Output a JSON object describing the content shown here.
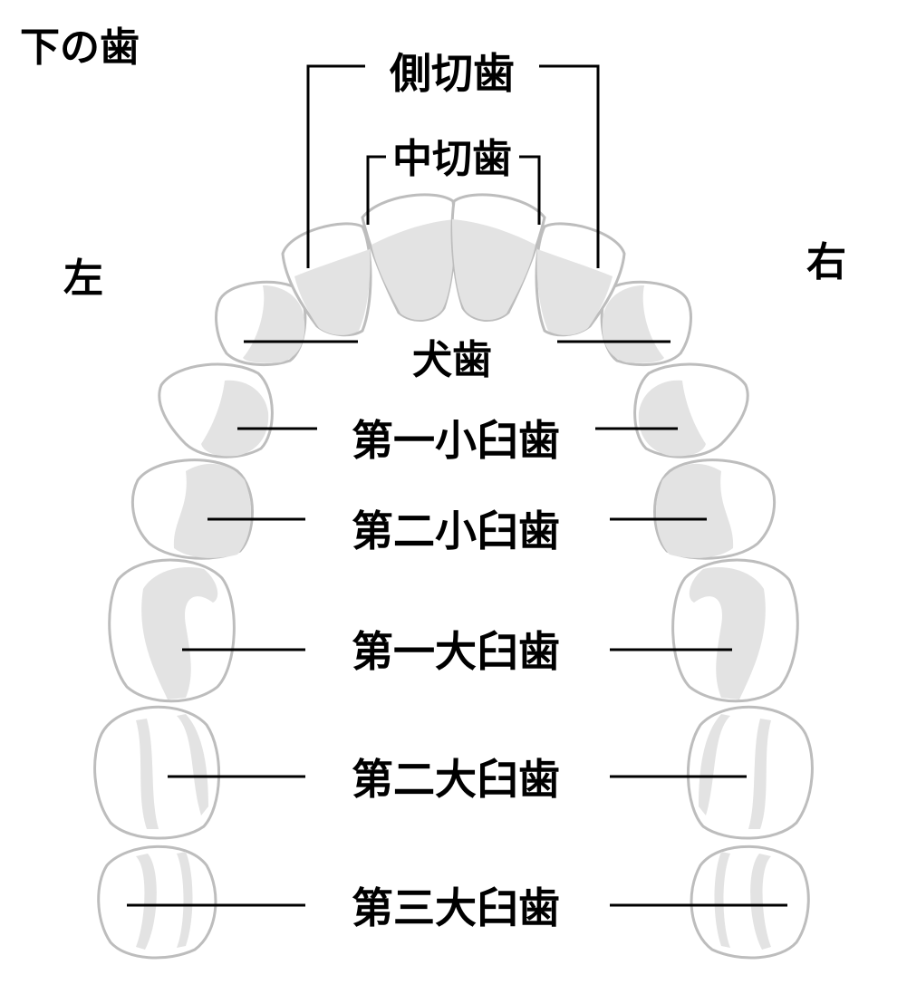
{
  "title": "下の歯",
  "side_left": "左",
  "side_right": "右",
  "labels": {
    "lateral_incisor": "側切歯",
    "central_incisor": "中切歯",
    "canine": "犬歯",
    "first_premolar": "第一小臼歯",
    "second_premolar": "第二小臼歯",
    "first_molar": "第一大臼歯",
    "second_molar": "第二大臼歯",
    "third_molar": "第三大臼歯"
  },
  "colors": {
    "tooth_outline": "#bdbdbd",
    "tooth_shade": "#e3e3e3",
    "line": "#000000"
  }
}
